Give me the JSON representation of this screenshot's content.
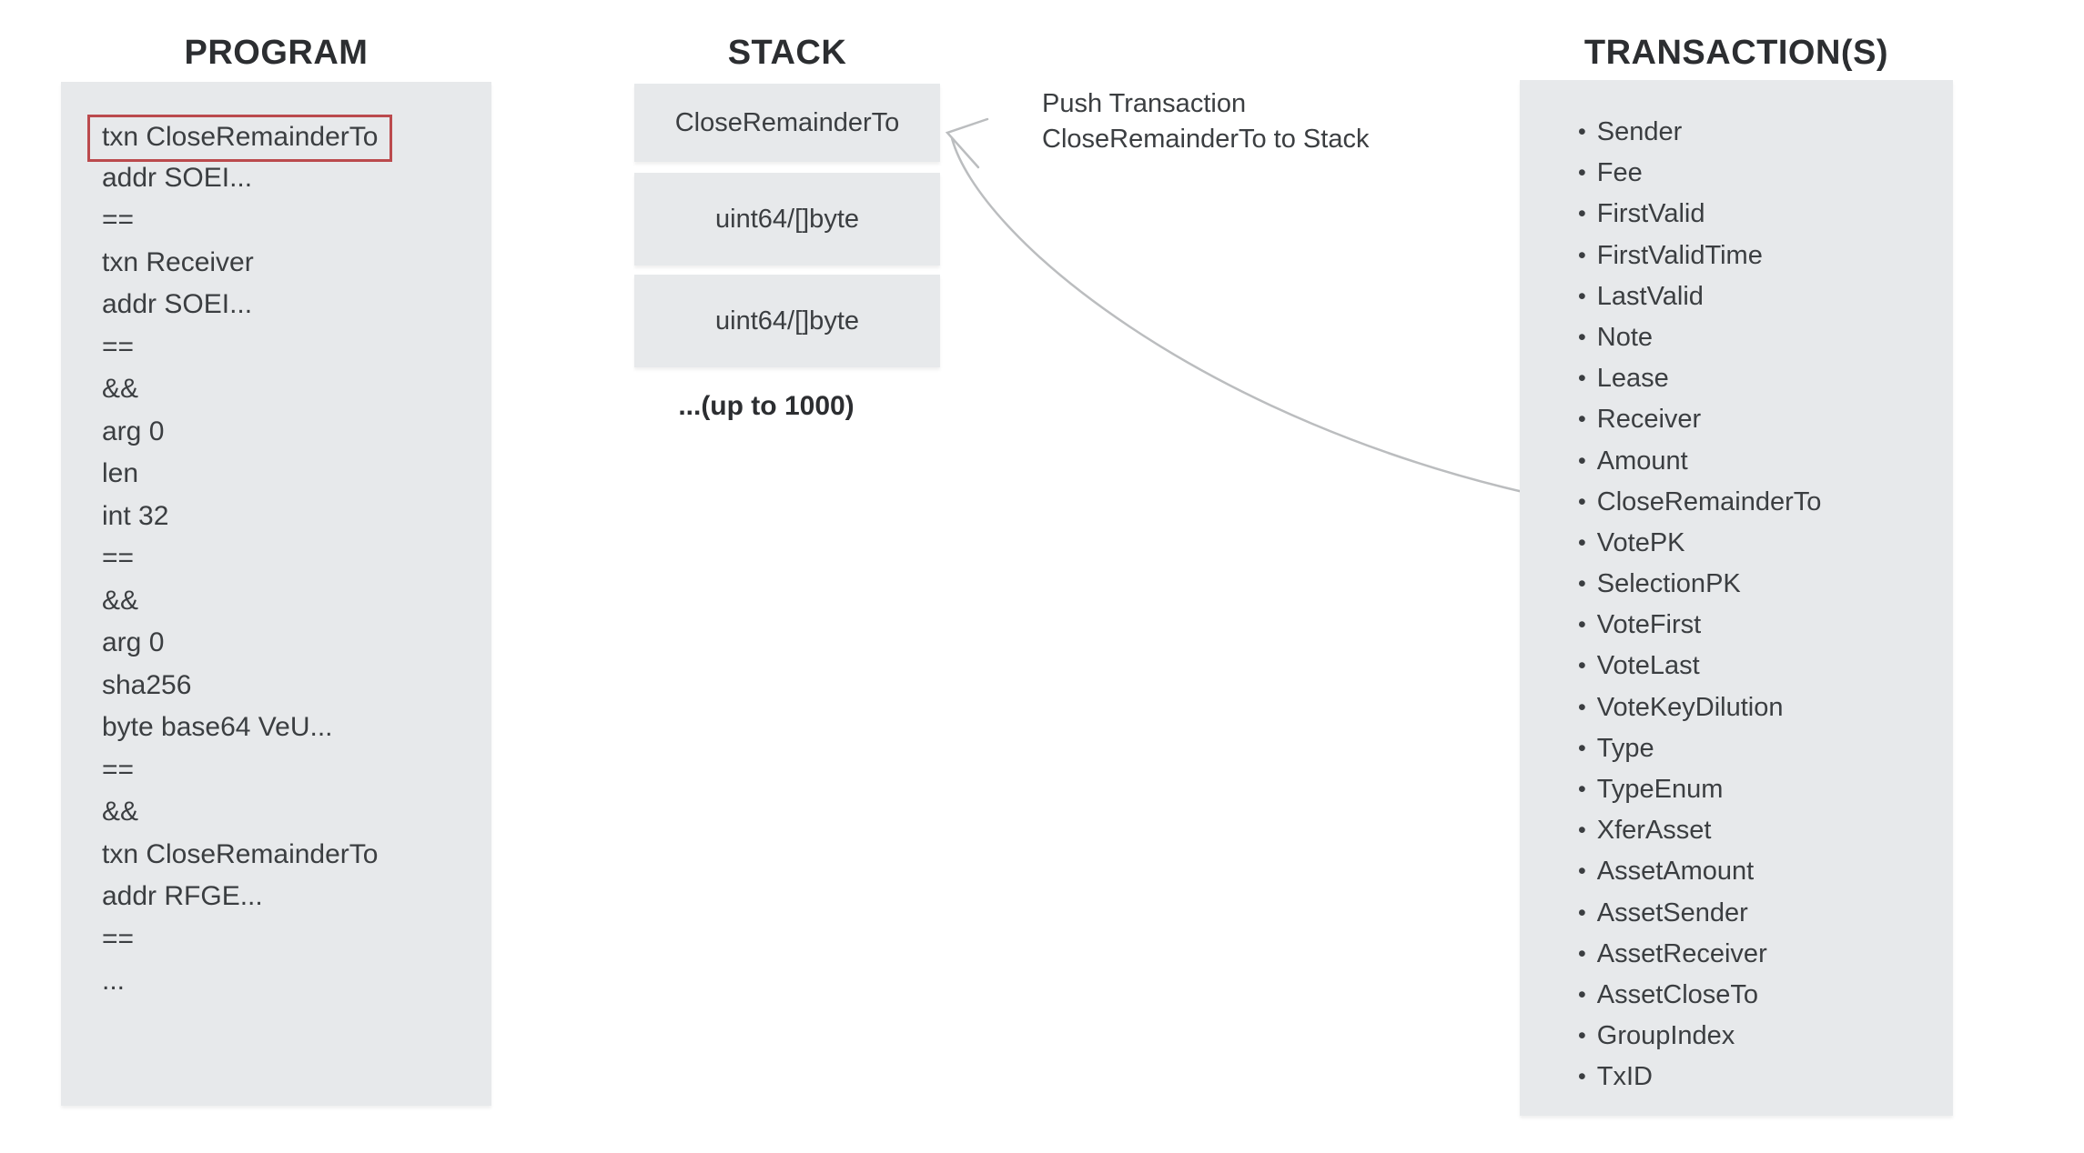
{
  "titles": {
    "program": "PROGRAM",
    "stack": "STACK",
    "transactions": "TRANSACTION(S)"
  },
  "program": {
    "highlight_index": 0,
    "lines": [
      "txn CloseRemainderTo",
      "addr SOEI...",
      "==",
      "txn Receiver",
      "addr SOEI...",
      "==",
      "&&",
      "arg 0",
      "len",
      "int 32",
      "==",
      "&&",
      "arg 0",
      "sha256",
      "byte base64 VeU...",
      "==",
      "&&",
      "txn CloseRemainderTo",
      "addr RFGE...",
      "==",
      "..."
    ]
  },
  "stack": {
    "boxes": [
      "CloseRemainderTo",
      "uint64/[]byte",
      "uint64/[]byte"
    ],
    "footnote": "...(up to 1000)"
  },
  "annotation": {
    "line1": "Push Transaction",
    "line2": "CloseRemainderTo to Stack"
  },
  "transactions": {
    "bullet_glyph": "•",
    "items": [
      "Sender",
      "Fee",
      "FirstValid",
      "FirstValidTime",
      "LastValid",
      "Note",
      "Lease",
      "Receiver",
      "Amount",
      "CloseRemainderTo",
      "VotePK",
      "SelectionPK",
      "VoteFirst",
      "VoteLast",
      "VoteKeyDilution",
      "Type",
      "TypeEnum",
      "XferAsset",
      "AssetAmount",
      "AssetSender",
      "AssetReceiver",
      "AssetCloseTo",
      "GroupIndex",
      "TxID"
    ]
  },
  "colors": {
    "background": "#ffffff",
    "panel_bg": "#e7e9eb",
    "text": "#3b3e41",
    "title": "#2c2e31",
    "highlight_border": "#bb4a4d",
    "arrow": "#bbbdbf"
  }
}
